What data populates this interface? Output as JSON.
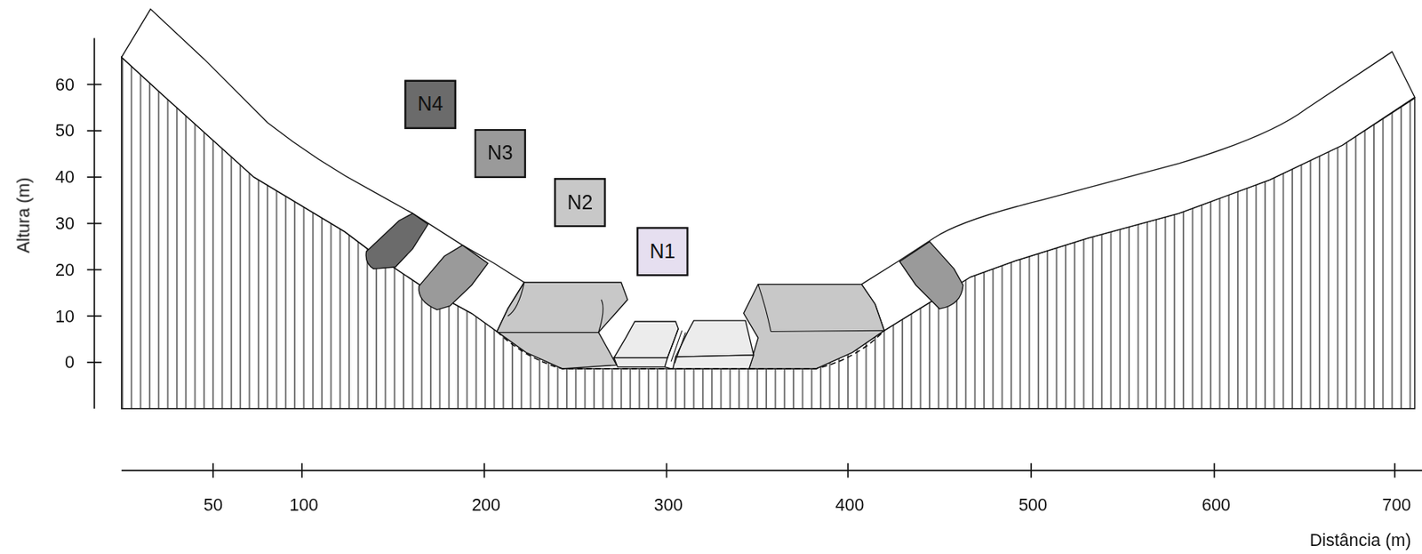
{
  "diagram": {
    "nodes": [
      {
        "text": [
          "N4"
        ]
      },
      {
        "text": [
          "N3"
        ]
      },
      {
        "text": [
          "N2"
        ]
      },
      {
        "text": [
          "N1"
        ]
      }
    ],
    "labels": [
      "60",
      "50",
      "40",
      "30",
      "20",
      "10",
      "0",
      "Altura (m)",
      "50",
      "100",
      "200",
      "300",
      "400",
      "500",
      "600",
      "700",
      "Distância (m)"
    ]
  }
}
